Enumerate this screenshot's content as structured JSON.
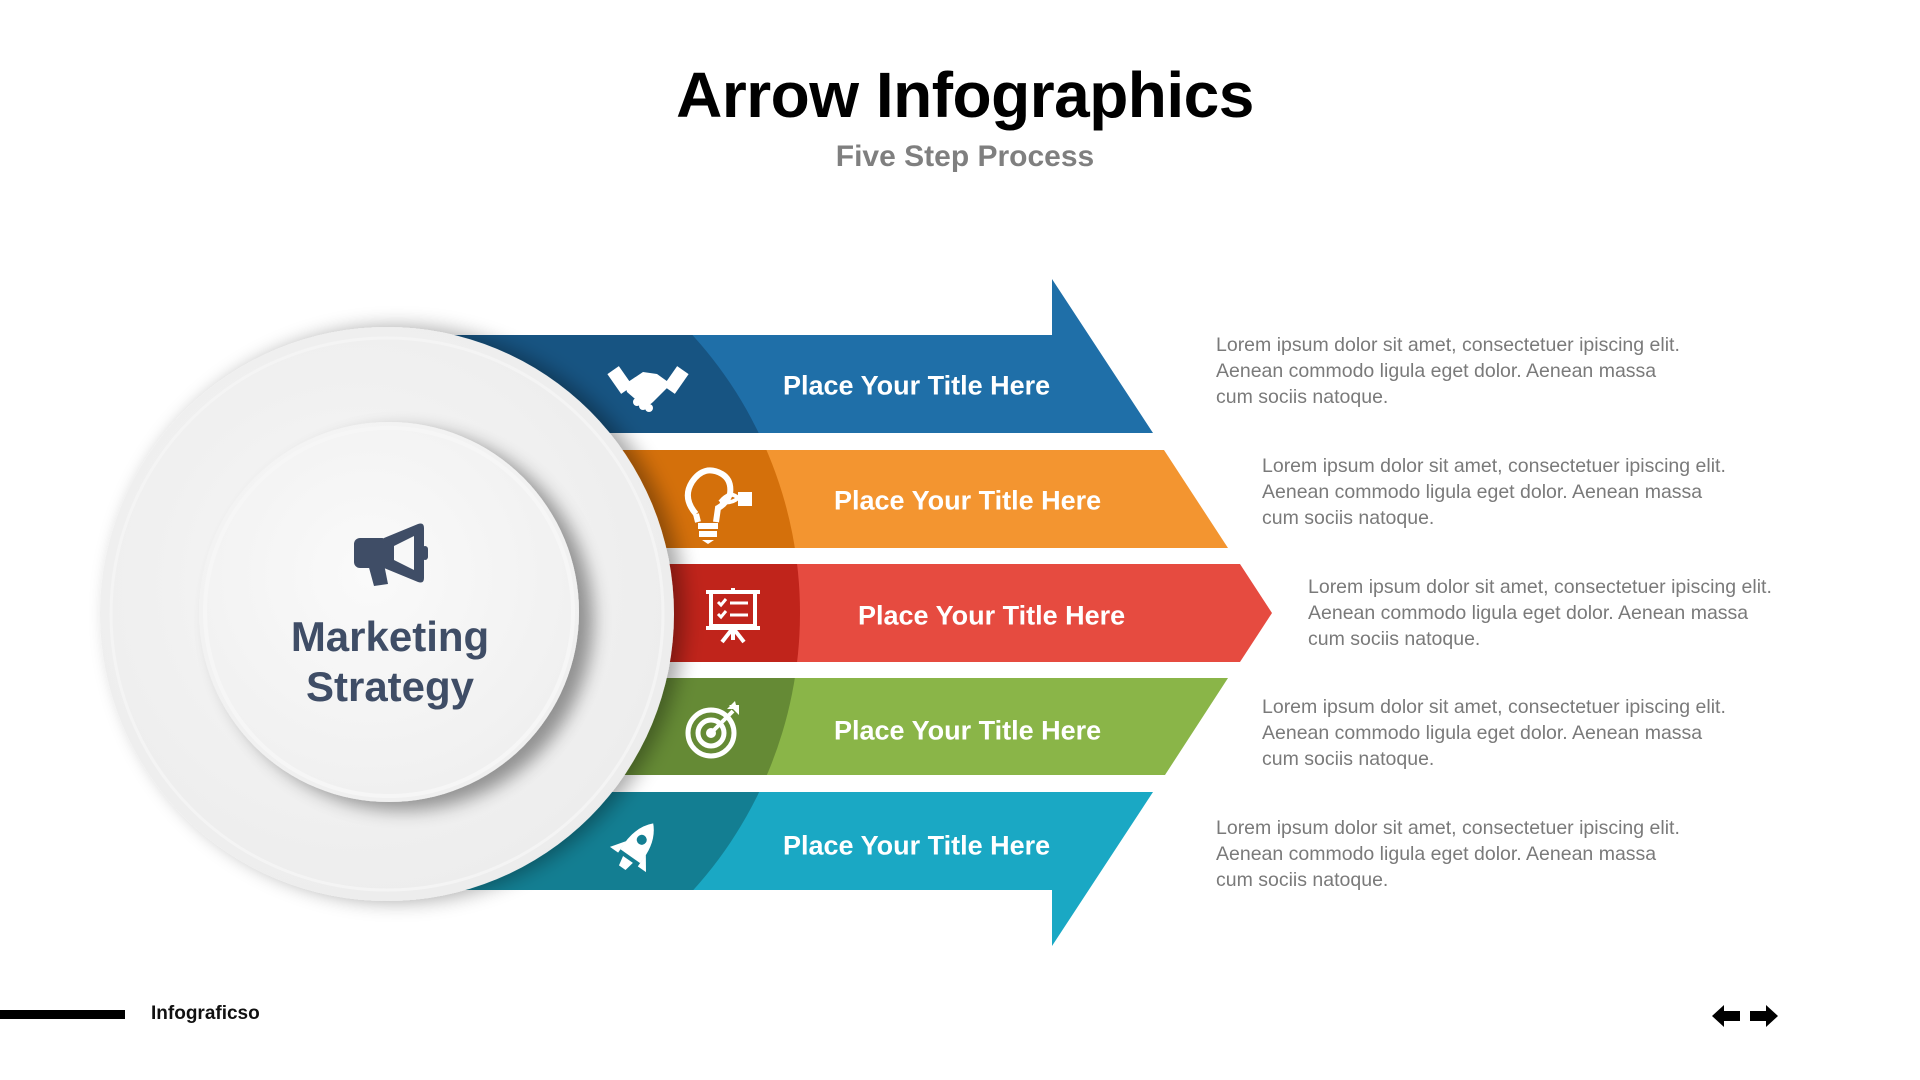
{
  "header": {
    "title": "Arrow Infographics",
    "subtitle": "Five Step Process"
  },
  "center": {
    "icon": "megaphone-icon",
    "line1": "Marketing",
    "line2": "Strategy",
    "text_color": "#3f4d66"
  },
  "steps": [
    {
      "label": "Place Your Title Here",
      "icon": "handshake-icon",
      "color": "#1f6fa8",
      "dark_color": "#175482",
      "description": "Lorem ipsum dolor sit amet, consectetuer ipiscing elit. Aenean commodo ligula eget dolor. Aenean massa cum sociis natoque."
    },
    {
      "label": "Place Your Title Here",
      "icon": "lightbulb-tag-icon",
      "color": "#f39530",
      "dark_color": "#d4700b",
      "description": "Lorem ipsum dolor sit amet, consectetuer ipiscing elit. Aenean commodo ligula eget dolor. Aenean massa cum sociis natoque."
    },
    {
      "label": "Place Your Title Here",
      "icon": "presentation-board-icon",
      "color": "#e64b40",
      "dark_color": "#c0241b",
      "description": "Lorem ipsum dolor sit amet, consectetuer ipiscing elit. Aenean commodo ligula eget dolor. Aenean massa cum sociis natoque."
    },
    {
      "label": "Place Your Title Here",
      "icon": "target-icon",
      "color": "#8ab548",
      "dark_color": "#658a35",
      "description": "Lorem ipsum dolor sit amet, consectetuer ipiscing elit. Aenean commodo ligula eget dolor. Aenean massa cum sociis natoque."
    },
    {
      "label": "Place Your Title Here",
      "icon": "rocket-icon",
      "color": "#1aa8c4",
      "dark_color": "#137e92",
      "description": "Lorem ipsum dolor sit amet, consectetuer ipiscing elit. Aenean commodo ligula eget dolor. Aenean massa cum sociis natoque."
    }
  ],
  "footer": {
    "brand": "Infograficso",
    "prev_icon": "arrow-left-icon",
    "next_icon": "arrow-right-icon"
  }
}
